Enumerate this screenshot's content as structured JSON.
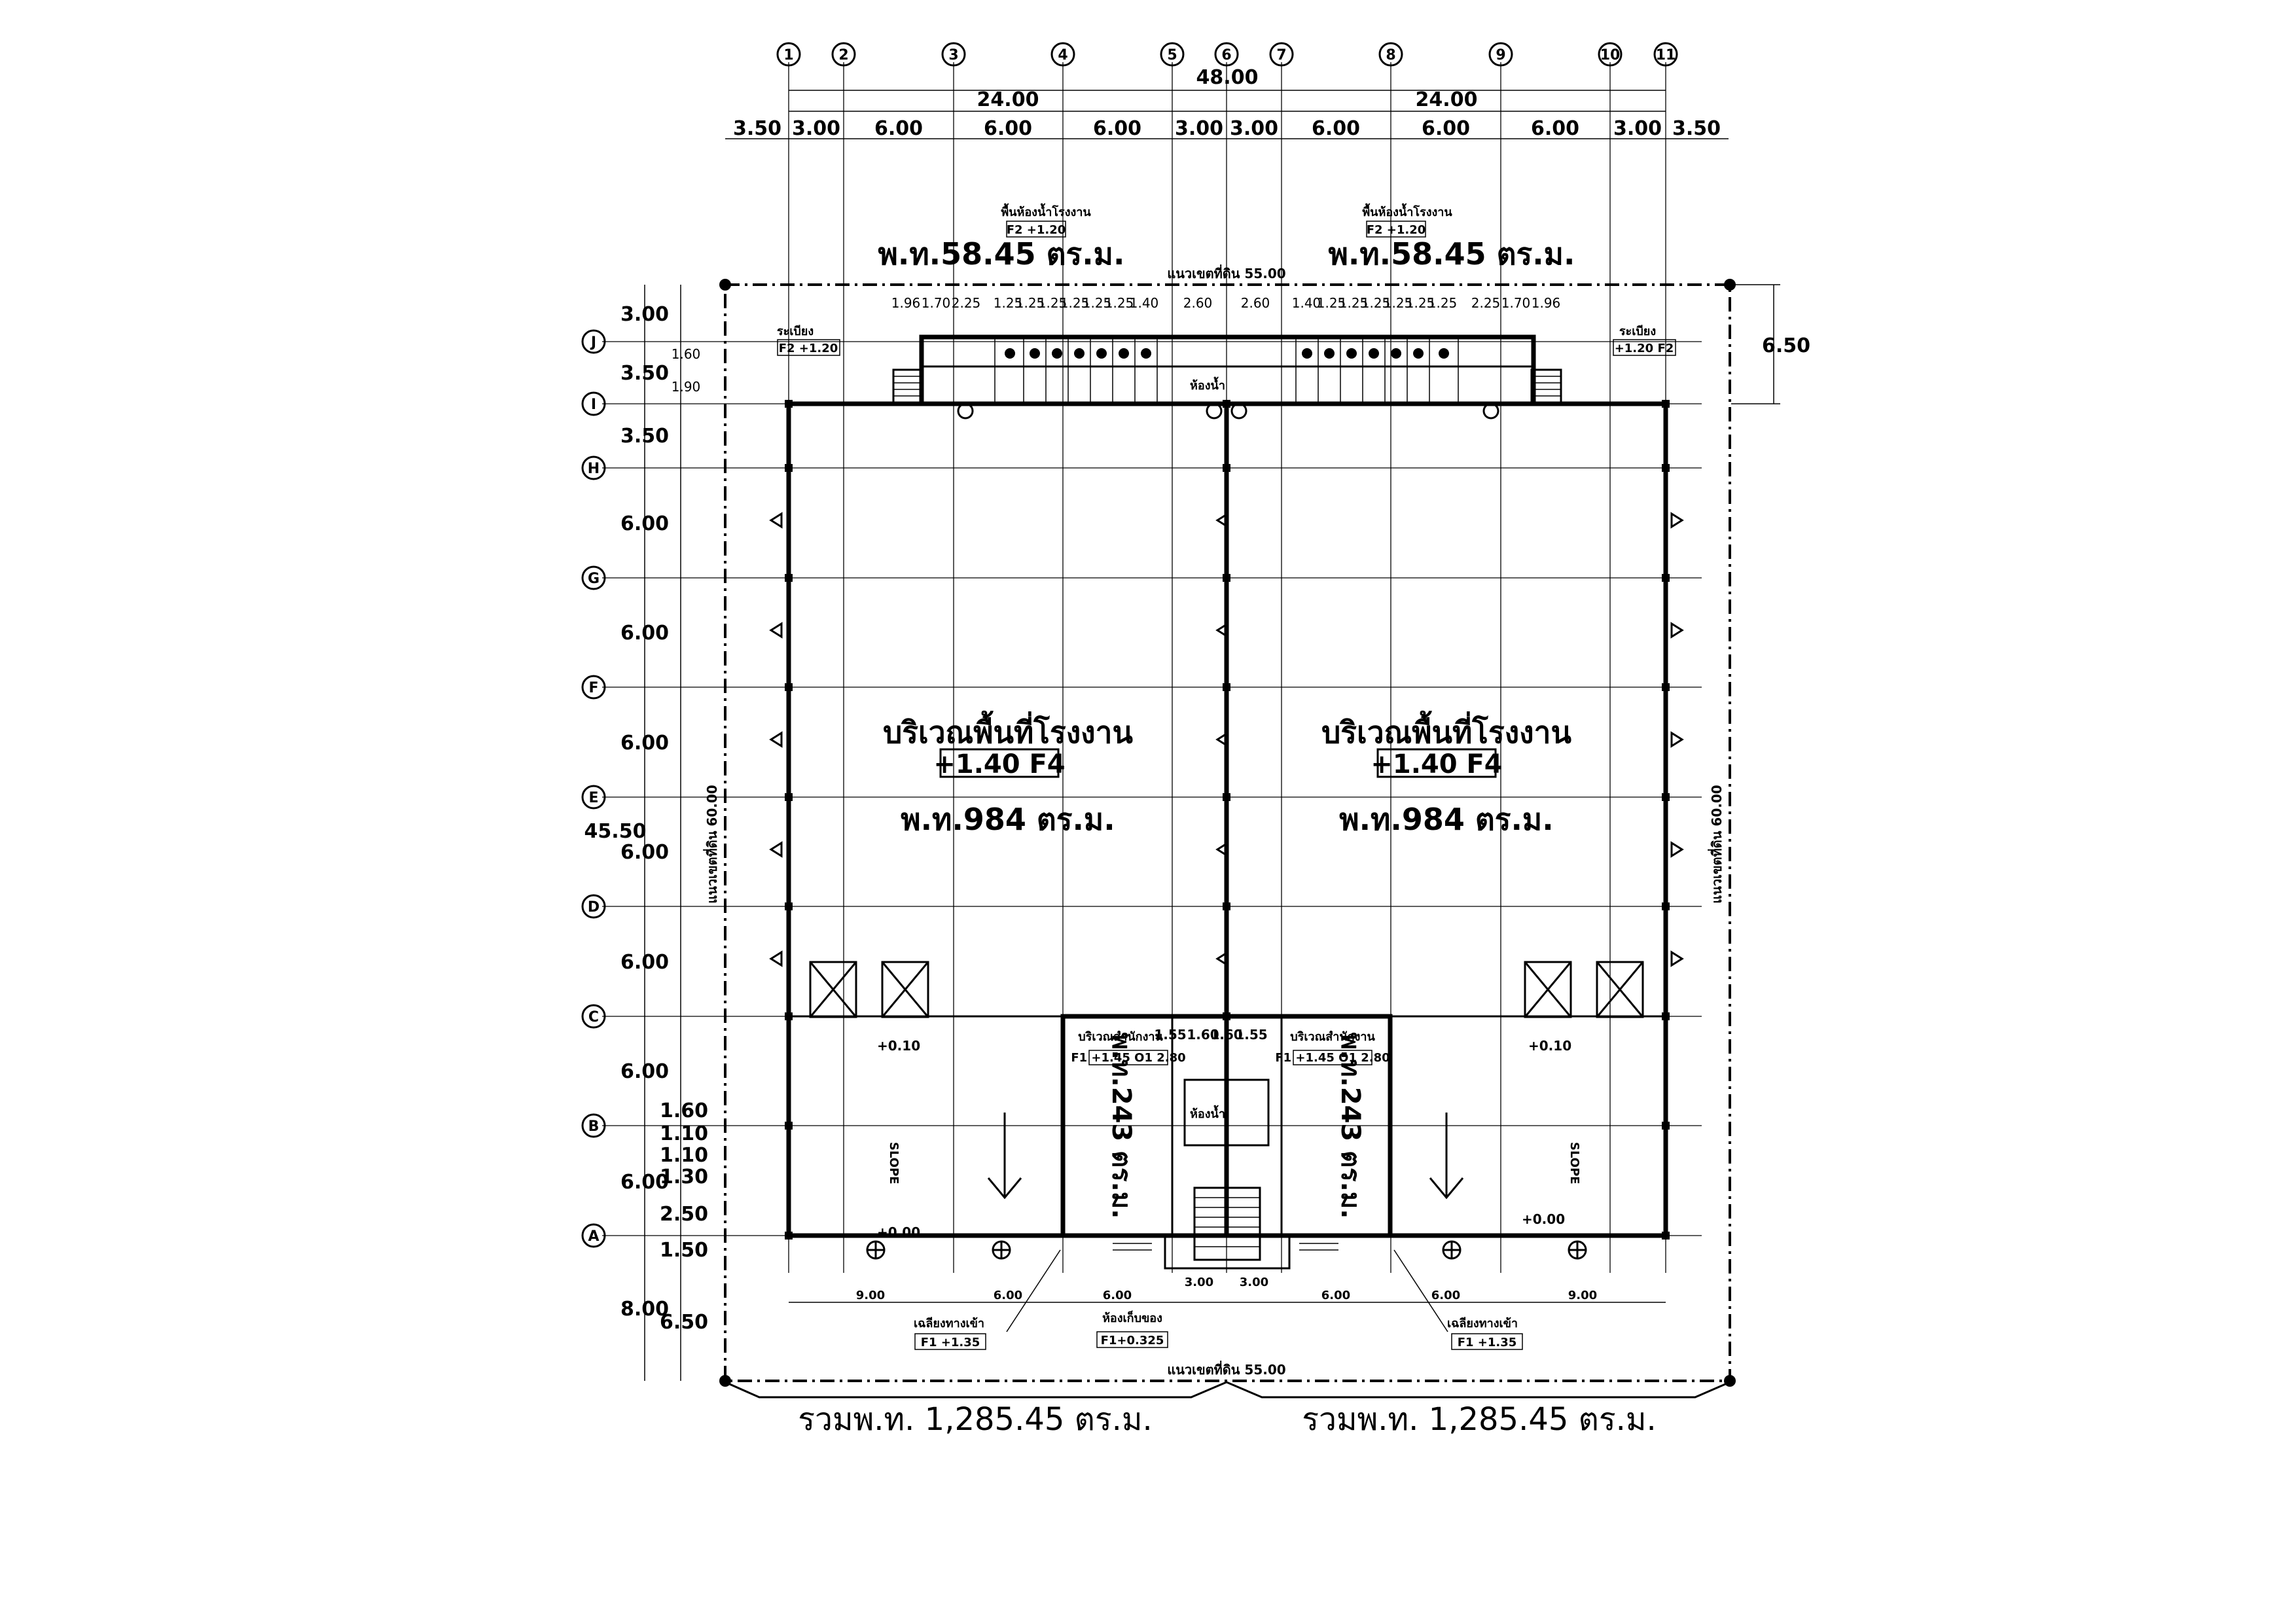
{
  "grid": {
    "columns": [
      "1",
      "2",
      "3",
      "4",
      "5",
      "6",
      "7",
      "8",
      "9",
      "10",
      "11"
    ],
    "rows": [
      "J",
      "I",
      "H",
      "G",
      "F",
      "E",
      "D",
      "C",
      "B",
      "A"
    ]
  },
  "dims": {
    "overall_width": "48.00",
    "half_width_left": "24.00",
    "half_width_right": "24.00",
    "top_segments": [
      "3.50",
      "3.00",
      "6.00",
      "6.00",
      "6.00",
      "3.00",
      "3.00",
      "6.00",
      "6.00",
      "6.00",
      "3.00",
      "3.50"
    ],
    "right_top": "6.50",
    "left_rows": [
      "3.00",
      "3.50",
      "3.50",
      "6.00",
      "6.00",
      "6.00",
      "6.00",
      "6.00",
      "6.00",
      "6.00",
      "2.50",
      "1.50",
      "6.50"
    ],
    "left_overall": "45.50",
    "left_bottom": "8.00",
    "left_small": [
      "1.60",
      "1.90"
    ],
    "stair_small": [
      "1.60",
      "1.10",
      "1.10",
      "1.30"
    ],
    "core_top": [
      "1.55",
      "1.60",
      "1.60",
      "1.55"
    ],
    "bottom_left": [
      "9.00",
      "6.00",
      "6.00",
      "3.00"
    ],
    "bottom_right": [
      "3.00",
      "6.00",
      "6.00",
      "9.00"
    ],
    "toilet_dims_left": [
      "1.96",
      "1.70",
      "2.25",
      "1.25",
      "1.25",
      "1.25",
      "1.25",
      "1.25",
      "1.25",
      "1.40",
      "2.60"
    ],
    "toilet_dims_right": [
      "2.60",
      "1.40",
      "1.25",
      "1.25",
      "1.25",
      "1.25",
      "1.25",
      "1.25",
      "2.25",
      "1.70",
      "1.96"
    ],
    "side_boundary_length": "60.00"
  },
  "labels": {
    "toilet_title": "พื้นห้องน้ำโรงงาน",
    "toilet_tag": "F2 +1.20",
    "toilet_area": "พ.ท.58.45 ตร.ม.",
    "stair_left_title": "ระเบียง",
    "stair_left_tag": "F2 +1.20",
    "stair_right_title": "ระเบียง",
    "stair_right_tag": "+1.20 F2",
    "boundary_top": "แนวเขตที่ดิน 55.00",
    "boundary_bottom": "แนวเขตที่ดิน 55.00",
    "boundary_side": "แนวเขตที่ดิน 60.00",
    "factory_title": "บริเวณพื้นที่โรงงาน",
    "factory_tag": "+1.40  F4",
    "factory_area": "พ.ท.984 ตร.ม.",
    "office_title": "บริเวณสำนักงาน",
    "office_tag": "F1 +1.45 O1 2.80",
    "office_area": "พ.ท.243 ตร.ม.",
    "level_upper": "+0.10",
    "level_lower": "+0.00",
    "ramp_text": "SLOPE",
    "entry_title": "เฉลียงทางเข้า",
    "entry_tag": "F1 +1.35",
    "guard_title": "ห้องเก็บของ",
    "guard_tag": "F1+0.325",
    "small_label": "ห้องน้ำ",
    "total_left": "รวมพ.ท. 1,285.45 ตร.ม.",
    "total_right": "รวมพ.ท. 1,285.45 ตร.ม."
  }
}
